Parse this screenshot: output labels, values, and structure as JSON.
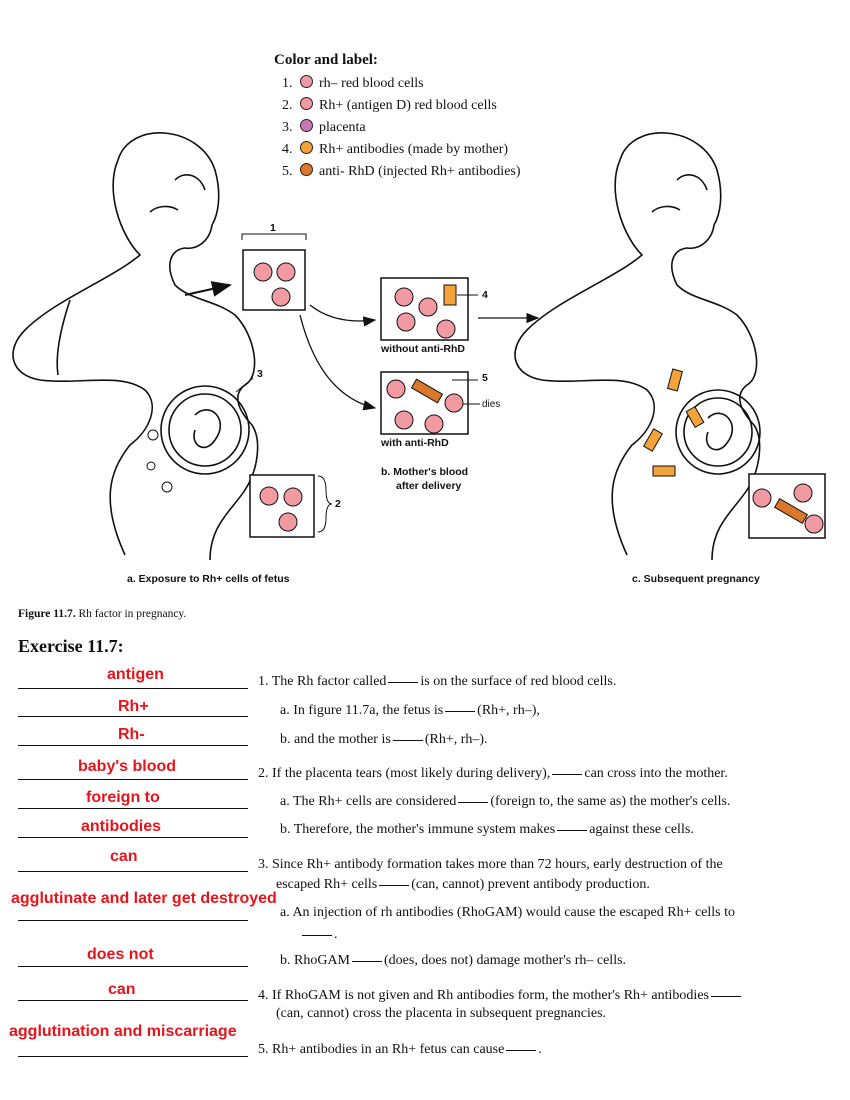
{
  "legend": {
    "title": "Color and label:",
    "items": [
      {
        "num": "1.",
        "text": "rh– red blood cells",
        "color": "#f29aa2"
      },
      {
        "num": "2.",
        "text": "Rh+ (antigen D) red blood cells",
        "color": "#f29aa2"
      },
      {
        "num": "3.",
        "text": "placenta",
        "color": "#c878b8"
      },
      {
        "num": "4.",
        "text": "Rh+ antibodies (made by mother)",
        "color": "#f4a23a"
      },
      {
        "num": "5.",
        "text": "anti- RhD (injected Rh+ antibodies)",
        "color": "#d9782a"
      }
    ]
  },
  "figure": {
    "num1": "1",
    "num2": "2",
    "num3": "3",
    "num4": "4",
    "num5": "5",
    "dies": "dies",
    "without": "without anti-RhD",
    "with": "with anti-RhD",
    "b_caption_1": "b. Mother's blood",
    "b_caption_2": "after delivery",
    "a_caption": "a. Exposure to Rh+ cells of fetus",
    "c_caption": "c. Subsequent pregnancy"
  },
  "caption": {
    "bold": "Figure 11.7.",
    "text": " Rh factor in pregnancy."
  },
  "exercise": {
    "title": "Exercise 11.7:",
    "answers": [
      "antigen",
      "Rh+",
      "Rh-",
      "baby's blood",
      "foreign to",
      "antibodies",
      "can",
      "agglutinate and later get destroyed",
      "does not",
      "can",
      "agglutination and miscarriage"
    ],
    "q1": {
      "pre": "1.  The Rh factor called",
      "post": "is on the surface of red blood cells."
    },
    "q1a": {
      "pre": "a.  In figure 11.7a, the fetus is",
      "post": "(Rh+, rh–),"
    },
    "q1b": {
      "pre": "b.  and the mother is",
      "post": "(Rh+, rh–)."
    },
    "q2": {
      "pre": "2.  If the placenta tears (most likely during delivery),",
      "post": "can cross into the mother."
    },
    "q2a": {
      "pre": "a.  The Rh+ cells are considered",
      "post": "(foreign to, the same as) the mother's cells."
    },
    "q2b": {
      "pre": "b.  Therefore, the mother's immune system makes",
      "post": "against these cells."
    },
    "q3_line1": "3.  Since Rh+ antibody formation takes more than 72 hours, early destruction of the",
    "q3_line2": {
      "pre": "escaped Rh+ cells",
      "post": "(can, cannot) prevent antibody production."
    },
    "q3a": "a.  An injection of rh antibodies (RhoGAM) would cause the escaped Rh+ cells to",
    "q3a_end": ".",
    "q3b": {
      "pre": "b.  RhoGAM",
      "post": "(does, does not) damage mother's rh– cells."
    },
    "q4_line1": "4.  If RhoGAM is not given and Rh antibodies form, the mother's Rh+ antibodies",
    "q4_line2": "(can, cannot) cross the placenta in subsequent pregnancies.",
    "q5": {
      "pre": "5.  Rh+ antibodies in an Rh+ fetus can cause",
      "post": "."
    }
  }
}
